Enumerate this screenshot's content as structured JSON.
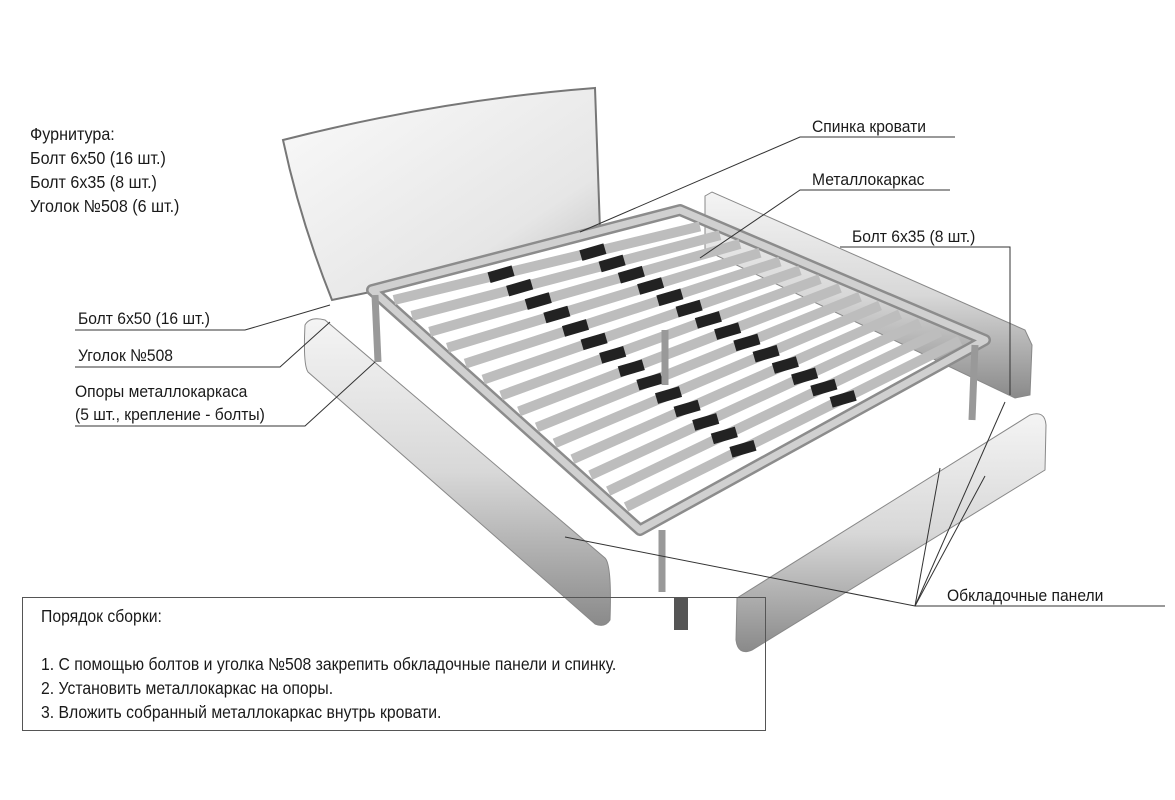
{
  "hardware": {
    "title": "Фурнитура:",
    "items": [
      "Болт 6x50 (16 шт.)",
      "Болт 6x35 (8 шт.)",
      "Уголок №508 (6 шт.)"
    ]
  },
  "callouts": {
    "headboard": "Спинка кровати",
    "metal_frame": "Металлокаркас",
    "bolt_6x35": "Болт 6x35 (8 шт.)",
    "bolt_6x50": "Болт 6x50 (16 шт.)",
    "corner_508": "Уголок №508",
    "supports_line1": "Опоры металлокаркаса",
    "supports_line2": "(5 шт., крепление - болты)",
    "panels": "Обкладочные панели"
  },
  "assembly": {
    "title": "Порядок сборки:",
    "steps": [
      "1. С помощью болтов и уголка №508 закрепить обкладочные панели и спинку.",
      "2. Установить металлокаркас на опоры.",
      "3. Вложить собранный металлокаркас внутрь кровати."
    ]
  }
}
